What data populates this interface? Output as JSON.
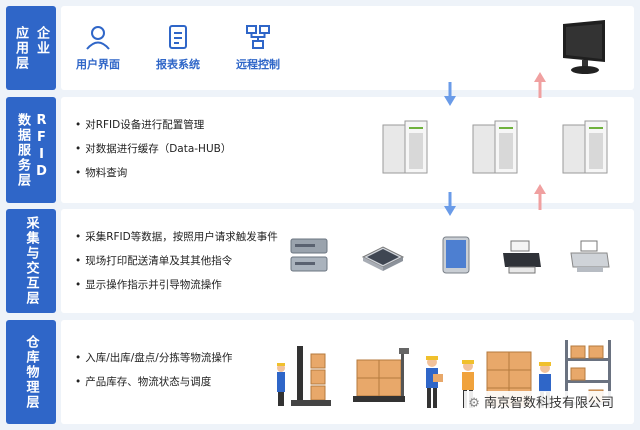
{
  "layers": [
    {
      "id": "enterprise",
      "label": "企业应用层",
      "label_lines": [
        "企业",
        "应用层"
      ],
      "functions": [
        {
          "icon": "user-icon",
          "label": "用户界面"
        },
        {
          "icon": "report-icon",
          "label": "报表系统"
        },
        {
          "icon": "remote-control-icon",
          "label": "远程控制"
        }
      ]
    },
    {
      "id": "rfid-service",
      "label": "RFID数据服务层",
      "label_lines": [
        "RFID",
        "数据服务层"
      ],
      "bullets": [
        "对RFID设备进行配置管理",
        "对数据进行缓存（Data-HUB）",
        "物料查询"
      ]
    },
    {
      "id": "collection",
      "label": "采集与交互层",
      "bullets": [
        "采集RFID等数据，按照用户请求触发事件",
        "现场打印配送清单及其其他指令",
        "显示操作指示并引导物流操作"
      ]
    },
    {
      "id": "warehouse",
      "label": "仓库物理层",
      "bullets": [
        "入库/出库/盘点/分拣等物流操作",
        "产品库存、物流状态与调度"
      ]
    }
  ],
  "watermark": "南京智数科技有限公司",
  "colors": {
    "accent": "#2f66c8",
    "arrow_down": "#6a9be8",
    "arrow_up": "#f0a0a0",
    "panel": "#ffffff",
    "background": "#eef3f9"
  }
}
